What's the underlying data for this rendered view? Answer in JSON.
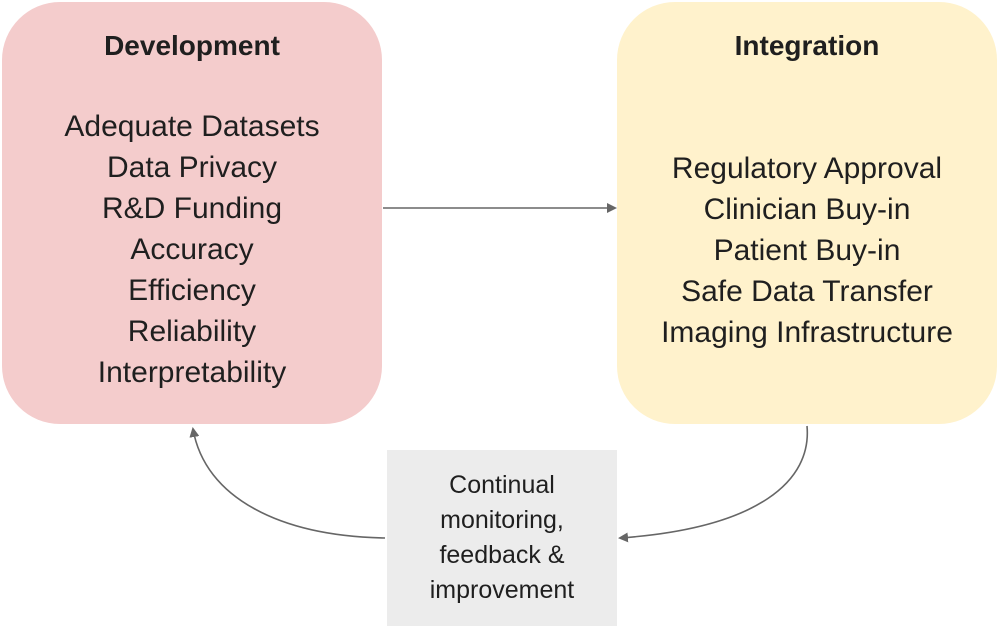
{
  "development": {
    "title": "Development",
    "items": [
      "Adequate Datasets",
      "Data Privacy",
      "R&D Funding",
      "Accuracy",
      "Efficiency",
      "Reliability",
      "Interpretability"
    ]
  },
  "integration": {
    "title": "Integration",
    "items": [
      "Regulatory Approval",
      "Clinician Buy-in",
      "Patient Buy-in",
      "Safe Data Transfer",
      "Imaging Infrastructure"
    ]
  },
  "feedback": {
    "label": "Continual\nmonitoring,\nfeedback &\nimprovement"
  },
  "colors": {
    "development_fill": "#f4cccc",
    "integration_fill": "#fff2cc",
    "feedback_fill": "#ececec",
    "arrow": "#666666"
  }
}
